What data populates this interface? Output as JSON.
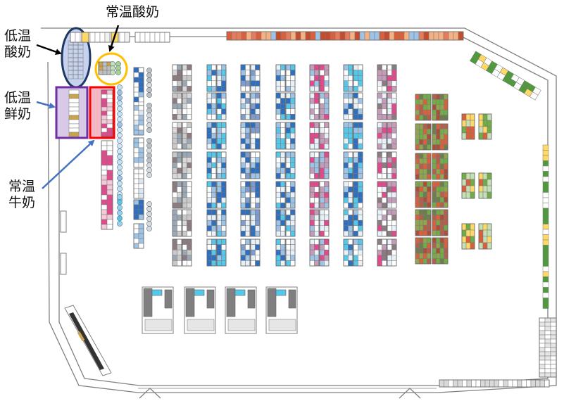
{
  "labels": {
    "low_temp_yogurt": [
      "低温",
      "酸奶"
    ],
    "room_temp_yogurt": "常温酸奶",
    "low_temp_fresh_milk": [
      "低温",
      "鲜奶"
    ],
    "room_temp_milk": [
      "常温",
      "牛奶"
    ]
  },
  "colors": {
    "wall": "#808080",
    "cell_line": "#7a7a7a",
    "blue_outline": "#1f3864",
    "blue_fill": "#c6d2ee",
    "yellow_outline": "#ffc000",
    "purple_outline": "#7030a0",
    "purple_fill": "#d9c9e8",
    "red_outline": "#ff0000",
    "red_fill": "#f4b8c4",
    "arrow_black": "#000000",
    "arrow_blue": "#4472c4",
    "dairy_pink": "#e24a8d",
    "dairy_light": "#f6c9d8",
    "cyan": "#55c8ea",
    "dark_blue": "#2e6fbf",
    "light_blue": "#9dc3e6",
    "pale": "#e8f0f8",
    "brown_gray": "#8c7b80",
    "fresh_orange": "#d9603b",
    "fresh_green": "#70ad47",
    "fresh_yellow": "#ffd966",
    "produce_green": "#4f9a3a",
    "checkout_gray": "#7f7f7f"
  },
  "icons": [
    "arrow-icon",
    "entrance-marker-icon"
  ]
}
